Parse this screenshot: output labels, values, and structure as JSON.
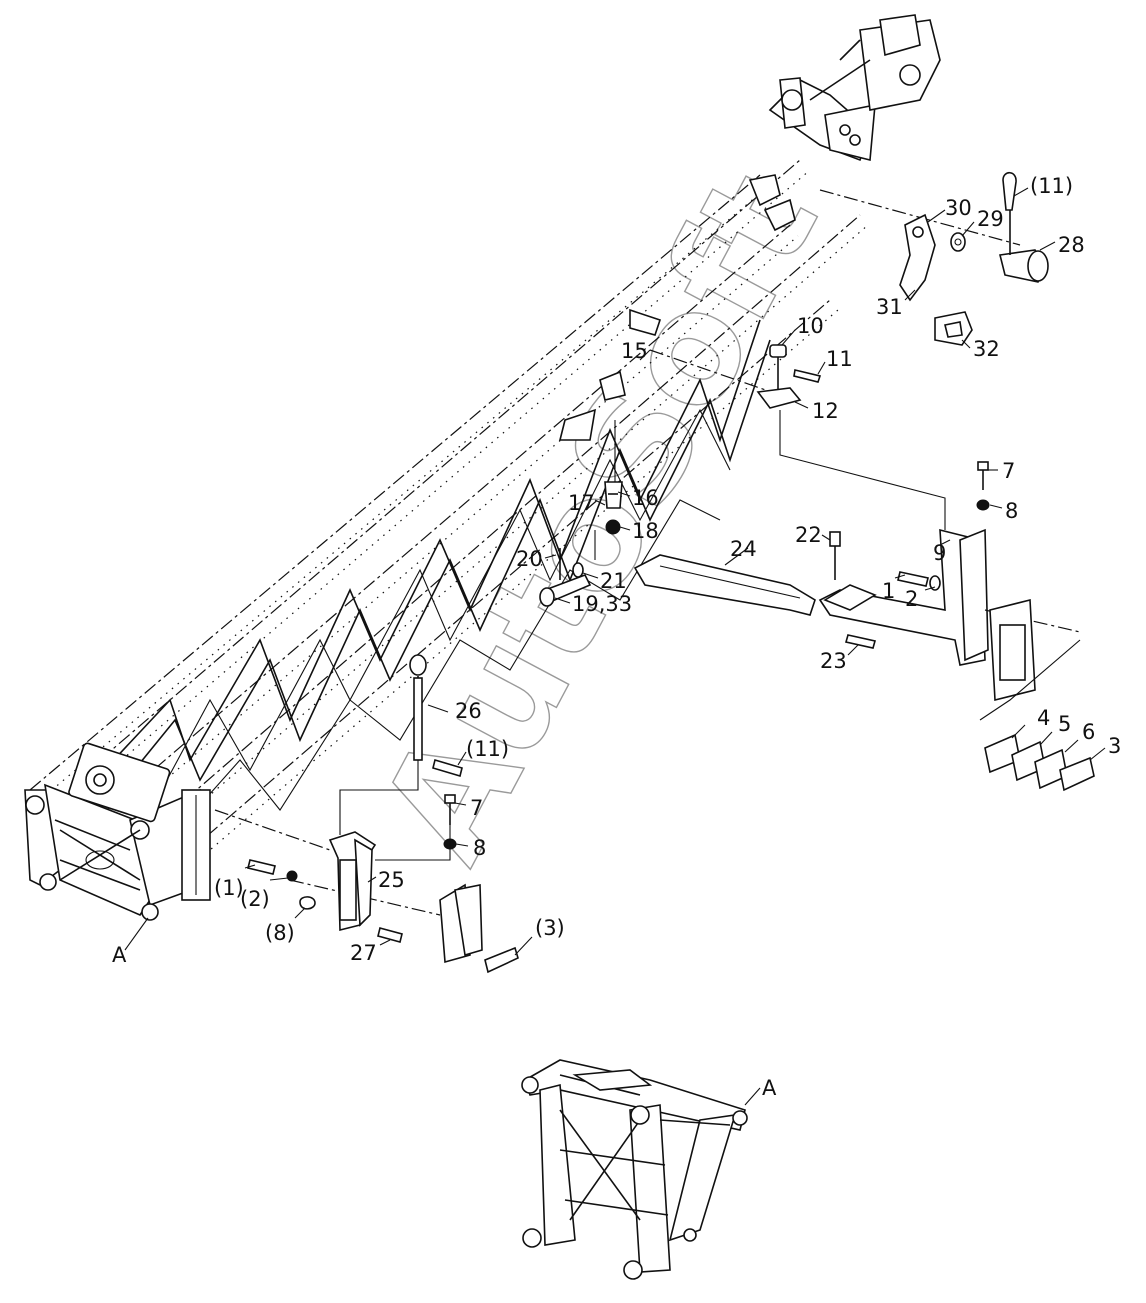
{
  "watermark": "AutoSoft",
  "callouts": [
    {
      "id": "c28",
      "text": "28"
    },
    {
      "id": "c29",
      "text": "29"
    },
    {
      "id": "c30",
      "text": "30"
    },
    {
      "id": "c31",
      "text": "31"
    },
    {
      "id": "c32",
      "text": "32"
    },
    {
      "id": "c11a",
      "text": "(11)"
    },
    {
      "id": "c10",
      "text": "10"
    },
    {
      "id": "c11",
      "text": "11"
    },
    {
      "id": "c12",
      "text": "12"
    },
    {
      "id": "c15",
      "text": "15"
    },
    {
      "id": "c16",
      "text": "16"
    },
    {
      "id": "c17",
      "text": "17"
    },
    {
      "id": "c18",
      "text": "18"
    },
    {
      "id": "c20",
      "text": "20"
    },
    {
      "id": "c21",
      "text": "21"
    },
    {
      "id": "c1933",
      "text": "19,33"
    },
    {
      "id": "c24",
      "text": "24"
    },
    {
      "id": "c22",
      "text": "22"
    },
    {
      "id": "c7a",
      "text": "7"
    },
    {
      "id": "c8a",
      "text": "8"
    },
    {
      "id": "c9",
      "text": "9"
    },
    {
      "id": "c1",
      "text": "1"
    },
    {
      "id": "c2",
      "text": "2"
    },
    {
      "id": "c23",
      "text": "23"
    },
    {
      "id": "c4",
      "text": "4"
    },
    {
      "id": "c5",
      "text": "5"
    },
    {
      "id": "c6",
      "text": "6"
    },
    {
      "id": "c3",
      "text": "3"
    },
    {
      "id": "c26",
      "text": "26"
    },
    {
      "id": "c11b",
      "text": "(11)"
    },
    {
      "id": "c7b",
      "text": "7"
    },
    {
      "id": "c8b",
      "text": "8"
    },
    {
      "id": "c25",
      "text": "25"
    },
    {
      "id": "c1p",
      "text": "(1)"
    },
    {
      "id": "c2p",
      "text": "(2)"
    },
    {
      "id": "c8p",
      "text": "(8)"
    },
    {
      "id": "c27",
      "text": "27"
    },
    {
      "id": "c3p",
      "text": "(3)"
    },
    {
      "id": "cA1",
      "text": "A"
    },
    {
      "id": "cA2",
      "text": "A"
    }
  ]
}
